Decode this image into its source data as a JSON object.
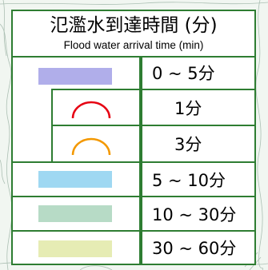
{
  "legend": {
    "title_zh": "氾濫水到達時間 (分)",
    "title_en": "Flood water arrival time (min)",
    "items": [
      {
        "label": "0 ~ 5分",
        "color": "#b0aeea",
        "kind": "swatch"
      },
      {
        "label": "1分",
        "color": "#e60012",
        "kind": "arc"
      },
      {
        "label": "3分",
        "color": "#f39800",
        "kind": "arc"
      },
      {
        "label": "5 ~ 10分",
        "color": "#9fd8f2",
        "kind": "swatch"
      },
      {
        "label": "10 ~ 30分",
        "color": "#b7dbc6",
        "kind": "swatch"
      },
      {
        "label": "30 ~ 60分",
        "color": "#e6ecb4",
        "kind": "swatch"
      }
    ],
    "border_color": "#2e7d32"
  }
}
